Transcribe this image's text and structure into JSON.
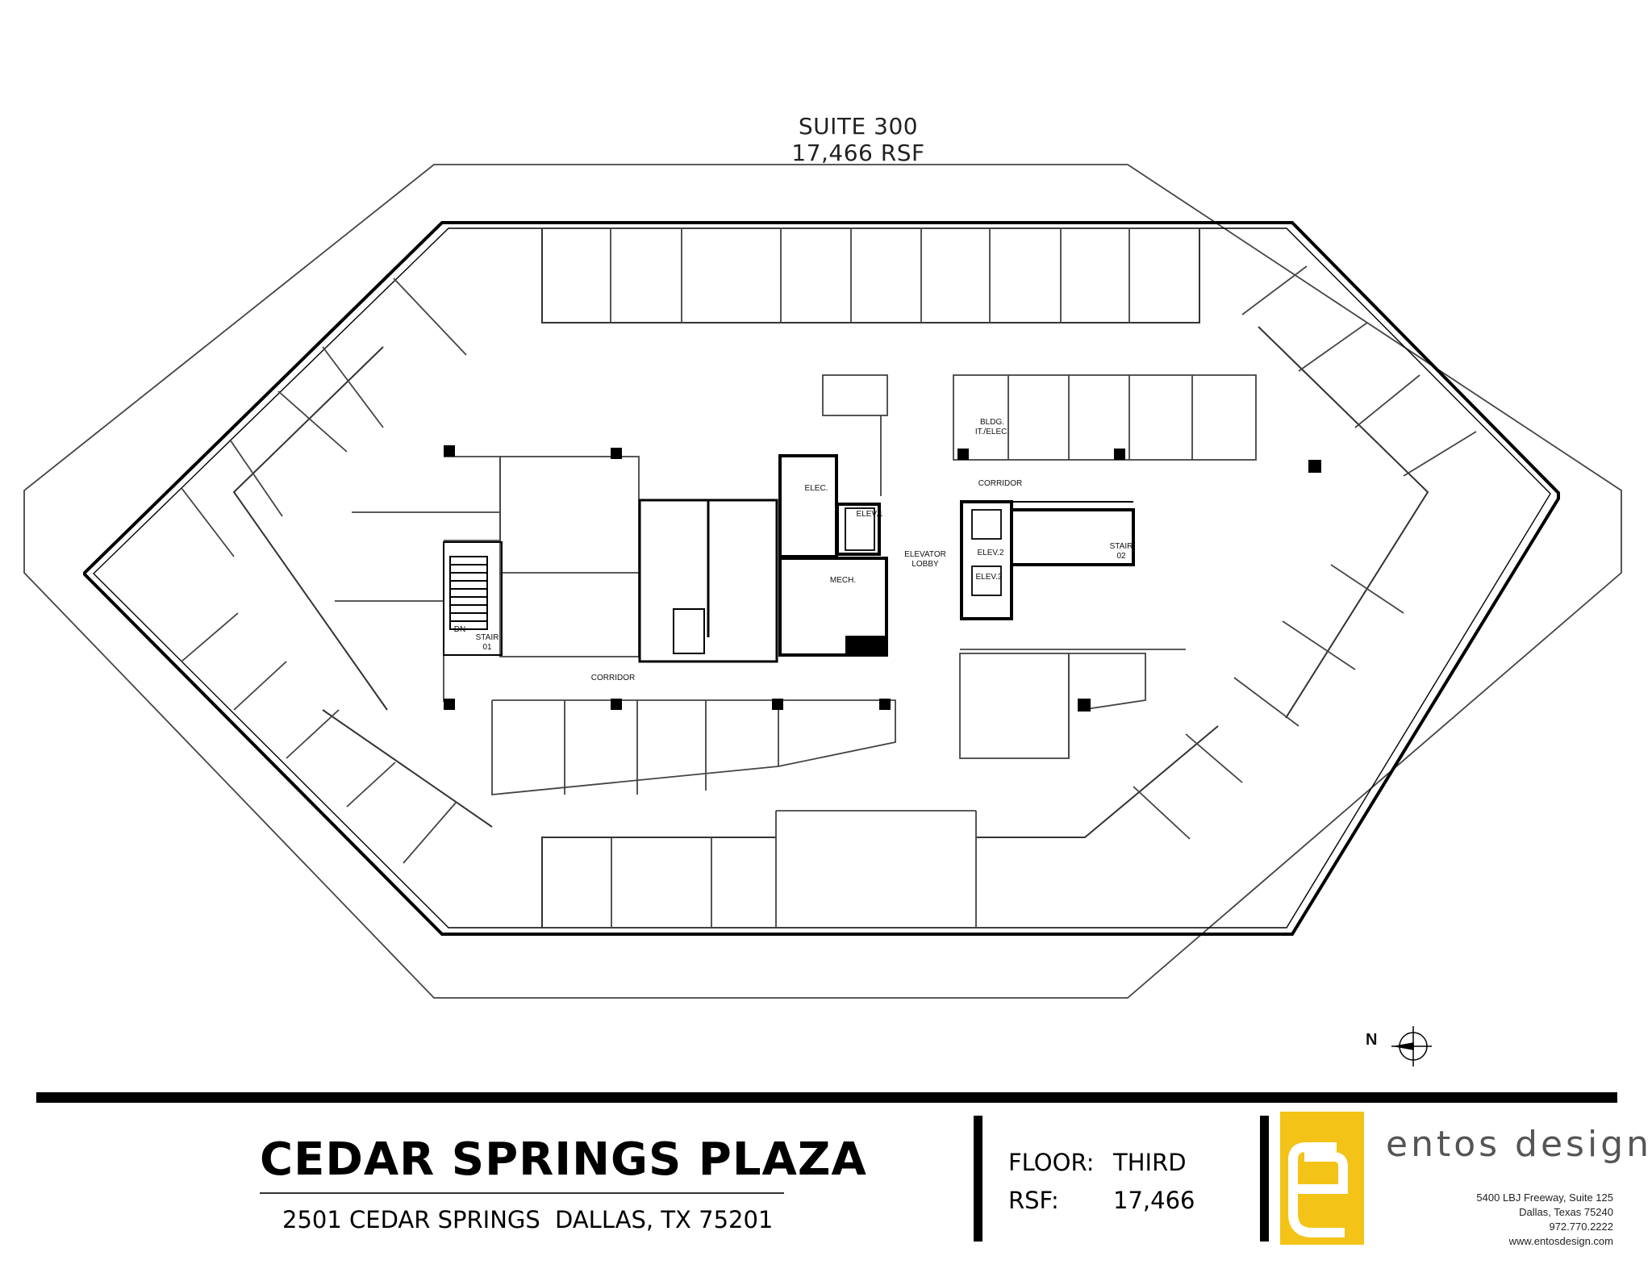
{
  "plan": {
    "suite_name": "SUITE 300",
    "suite_area": "17,466 RSF",
    "rooms": {
      "bldg_it": "BLDG.",
      "bldg_it2": "IT./ELEC.",
      "corridor_top": "CORRIDOR",
      "corridor_bottom": "CORRIDOR",
      "elec": "ELEC.",
      "mech": "MECH.",
      "elevator_lobby": "ELEVATOR",
      "elevator_lobby2": "LOBBY",
      "elev1": "ELEV.1",
      "elev2": "ELEV.2",
      "elev3": "ELEV.3",
      "stair01": "STAIR",
      "stair01_num": "01",
      "stair02": "STAIR",
      "stair02_num": "02",
      "dn": "DN"
    },
    "north_label": "N"
  },
  "title_block": {
    "building_name": "CEDAR SPRINGS PLAZA",
    "street": "2501 CEDAR SPRINGS",
    "city": "DALLAS, TX 75201",
    "floor_label": "FLOOR:",
    "floor_value": "THIRD",
    "rsf_label": "RSF:",
    "rsf_value": "17,466"
  },
  "brand": {
    "name": "entos design",
    "address_line1": "5400 LBJ Freeway, Suite 125",
    "address_line2": "Dallas, Texas 75240",
    "phone": "972.770.2222",
    "website": "www.entosdesign.com",
    "accent_color": "#f3c317"
  }
}
